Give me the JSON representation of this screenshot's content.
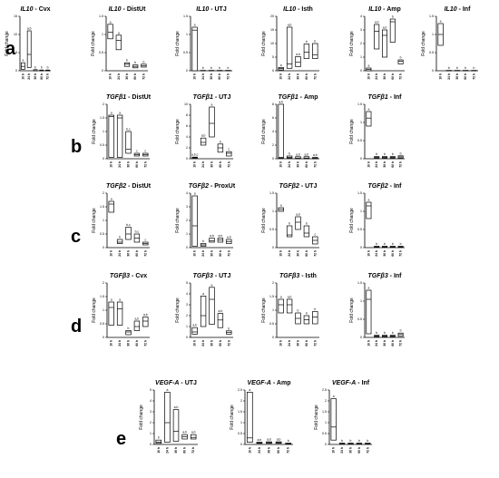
{
  "rows": [
    "a",
    "b",
    "c",
    "d",
    "e"
  ],
  "timepoints": [
    "10 h",
    "24 h",
    "36 h",
    "60 h",
    "72 h"
  ],
  "ylabel": "Fold change",
  "chart_data": [
    {
      "row": "a",
      "gene": "IL10",
      "tissue": "Cvx",
      "type": "box",
      "ylim": [
        0,
        15
      ],
      "yticks": [
        0,
        5,
        10,
        15
      ],
      "boxes": [
        [
          0.4,
          2.2,
          1.2
        ],
        [
          0.9,
          11,
          4.5
        ],
        [
          0,
          0.3,
          0
        ],
        [
          0,
          0.2,
          0
        ],
        [
          0,
          0.2,
          0
        ]
      ],
      "sig": [
        "a",
        "a,b",
        "b",
        "b",
        "b"
      ]
    },
    {
      "row": "a",
      "gene": "IL10",
      "tissue": "DistUt",
      "type": "box",
      "ylim": [
        0,
        1.5
      ],
      "yticks": [
        0,
        0.5,
        1.0,
        1.5
      ],
      "boxes": [
        [
          0.88,
          1.28,
          1.06
        ],
        [
          0.58,
          0.98,
          0.84
        ],
        [
          0.12,
          0.22,
          0.18
        ],
        [
          0.08,
          0.16,
          0.12
        ],
        [
          0.1,
          0.18,
          0.14
        ]
      ],
      "sig": [
        "a",
        "a",
        "b",
        "b",
        "b"
      ]
    },
    {
      "row": "a",
      "gene": "IL10",
      "tissue": "UTJ",
      "type": "box",
      "ylim": [
        0,
        1.5
      ],
      "yticks": [
        0,
        0.5,
        1.0,
        1.5
      ],
      "boxes": [
        [
          0,
          1.2,
          1.12
        ],
        [
          0,
          0.01,
          0
        ],
        [
          0,
          0.01,
          0
        ],
        [
          0,
          0.01,
          0
        ],
        [
          0,
          0.01,
          0
        ]
      ],
      "sig": [
        "a",
        "b",
        "b",
        "b",
        "b"
      ]
    },
    {
      "row": "a",
      "gene": "IL10",
      "tissue": "Isth",
      "type": "box",
      "ylim": [
        0,
        20
      ],
      "yticks": [
        0,
        5,
        10,
        15,
        20
      ],
      "boxes": [
        [
          0.3,
          1.2,
          0.8
        ],
        [
          0.9,
          16,
          2.5
        ],
        [
          1.5,
          5.2,
          3.1
        ],
        [
          4.5,
          9.8,
          6.8
        ],
        [
          4.5,
          10,
          5.9
        ]
      ],
      "sig": [
        "a",
        "a,b",
        "a,b",
        "b",
        "b"
      ]
    },
    {
      "row": "a",
      "gene": "IL10",
      "tissue": "Amp",
      "type": "box",
      "ylim": [
        0,
        4
      ],
      "yticks": [
        0,
        1,
        2,
        3,
        4
      ],
      "boxes": [
        [
          0,
          0.2,
          0.1
        ],
        [
          1.6,
          3.4,
          2.9
        ],
        [
          1.0,
          3.0,
          2.6
        ],
        [
          2.1,
          3.8,
          3.6
        ],
        [
          0.5,
          0.8,
          0.7
        ]
      ],
      "sig": [
        "a",
        "a,b",
        "a,b",
        "b",
        "b"
      ]
    },
    {
      "row": "a",
      "gene": "IL10",
      "tissue": "Inf",
      "type": "box",
      "ylim": [
        0,
        1.5
      ],
      "yticks": [
        0,
        0.5,
        1.0,
        1.5
      ],
      "boxes": [
        [
          0.7,
          1.3,
          1.0
        ],
        [
          0,
          0.01,
          0
        ],
        [
          0,
          0.01,
          0
        ],
        [
          0,
          0.01,
          0
        ],
        [
          0,
          0.01,
          0
        ]
      ],
      "sig": [
        "a",
        "b",
        "b",
        "b",
        "b"
      ]
    },
    {
      "row": "b",
      "gene": "TGFβ1",
      "tissue": "DistUt",
      "type": "box",
      "ylim": [
        0,
        2.0
      ],
      "yticks": [
        0,
        0.5,
        1.0,
        1.5,
        2.0
      ],
      "boxes": [
        [
          0.05,
          1.6,
          1.55
        ],
        [
          0.05,
          1.6,
          1.5
        ],
        [
          0.2,
          1.0,
          0.35
        ],
        [
          0.1,
          0.2,
          0.15
        ],
        [
          0.1,
          0.2,
          0.15
        ]
      ],
      "sig": [
        "a",
        "a",
        "b,c",
        "c",
        "c"
      ]
    },
    {
      "row": "b",
      "gene": "TGFβ1",
      "tissue": "UTJ",
      "type": "box",
      "ylim": [
        0,
        10
      ],
      "yticks": [
        0,
        2,
        4,
        6,
        8,
        10
      ],
      "boxes": [
        [
          0.1,
          0.3,
          0.2
        ],
        [
          2.5,
          3.8,
          3.0
        ],
        [
          4.0,
          9.5,
          6.5
        ],
        [
          1.2,
          2.7,
          2.0
        ],
        [
          0.5,
          1.3,
          1.0
        ]
      ],
      "sig": [
        "a,b,c",
        "a,b",
        "a",
        "b",
        "c"
      ]
    },
    {
      "row": "b",
      "gene": "TGFβ1",
      "tissue": "Amp",
      "type": "box",
      "ylim": [
        0,
        8
      ],
      "yticks": [
        0,
        2,
        4,
        6,
        8
      ],
      "boxes": [
        [
          0.1,
          8,
          0.2
        ],
        [
          0.1,
          0.4,
          0.2
        ],
        [
          0,
          0.3,
          0.1
        ],
        [
          0,
          0.3,
          0.1
        ],
        [
          0,
          0.2,
          0.1
        ]
      ],
      "sig": [
        "a,b",
        "b",
        "a,b",
        "a,b",
        "a,b"
      ]
    },
    {
      "row": "b",
      "gene": "TGFβ1",
      "tissue": "Inf",
      "type": "box",
      "ylim": [
        0,
        1.5
      ],
      "yticks": [
        0,
        0.5,
        1.0,
        1.5
      ],
      "boxes": [
        [
          0.9,
          1.3,
          1.12
        ],
        [
          0.02,
          0.06,
          0.04
        ],
        [
          0.02,
          0.06,
          0.04
        ],
        [
          0.02,
          0.06,
          0.04
        ],
        [
          0.02,
          0.08,
          0.05
        ]
      ],
      "sig": [
        "a",
        "b",
        "b",
        "b",
        "b"
      ]
    },
    {
      "row": "c",
      "gene": "TGFβ2",
      "tissue": "DistUt",
      "type": "box",
      "ylim": [
        0,
        2.0
      ],
      "yticks": [
        0,
        0.5,
        1.0,
        1.5,
        2.0
      ],
      "boxes": [
        [
          1.3,
          1.7,
          1.6
        ],
        [
          0.15,
          0.3,
          0.2
        ],
        [
          0.3,
          0.75,
          0.5
        ],
        [
          0.2,
          0.5,
          0.35
        ],
        [
          0.1,
          0.2,
          0.15
        ]
      ],
      "sig": [
        "a",
        "b",
        "b,c",
        "b,c",
        "c"
      ]
    },
    {
      "row": "c",
      "gene": "TGFβ2",
      "tissue": "ProxUt",
      "type": "box",
      "ylim": [
        0,
        4
      ],
      "yticks": [
        0,
        1,
        2,
        3,
        4
      ],
      "boxes": [
        [
          0.1,
          3.8,
          1.6
        ],
        [
          0.1,
          0.3,
          0.2
        ],
        [
          0.4,
          0.7,
          0.5
        ],
        [
          0.4,
          0.7,
          0.55
        ],
        [
          0.3,
          0.6,
          0.45
        ]
      ],
      "sig": [
        "a",
        "b",
        "a,b",
        "a,b",
        "a,b"
      ]
    },
    {
      "row": "c",
      "gene": "TGFβ2",
      "tissue": "UTJ",
      "type": "box",
      "ylim": [
        0,
        1.5
      ],
      "yticks": [
        0,
        0.5,
        1.0,
        1.5
      ],
      "boxes": [
        [
          1.0,
          1.1,
          1.05
        ],
        [
          0.3,
          0.6,
          0.35
        ],
        [
          0.5,
          0.85,
          0.7
        ],
        [
          0.3,
          0.6,
          0.4
        ],
        [
          0.1,
          0.3,
          0.2
        ]
      ],
      "sig": [
        "a",
        "b",
        "a,b",
        "b",
        "c"
      ]
    },
    {
      "row": "c",
      "gene": "TGFβ2",
      "tissue": "Inf",
      "type": "box",
      "ylim": [
        0,
        1.5
      ],
      "yticks": [
        0,
        0.5,
        1.0,
        1.5
      ],
      "boxes": [
        [
          0.8,
          1.25,
          1.15
        ],
        [
          0.01,
          0.04,
          0.02
        ],
        [
          0.01,
          0.04,
          0.02
        ],
        [
          0.01,
          0.04,
          0.02
        ],
        [
          0.01,
          0.04,
          0.02
        ]
      ],
      "sig": [
        "a",
        "b",
        "b",
        "b",
        "b"
      ]
    },
    {
      "row": "d",
      "gene": "TGFβ3",
      "tissue": "Cvx",
      "type": "box",
      "ylim": [
        0,
        2.0
      ],
      "yticks": [
        0,
        0.5,
        1.0,
        1.5,
        2.0
      ],
      "boxes": [
        [
          0.45,
          1.3,
          1.1
        ],
        [
          0.45,
          1.3,
          1.05
        ],
        [
          0.1,
          0.25,
          0.2
        ],
        [
          0.25,
          0.6,
          0.4
        ],
        [
          0.4,
          0.75,
          0.6
        ]
      ],
      "sig": [
        "a",
        "a",
        "b",
        "a,b",
        "a,b"
      ]
    },
    {
      "row": "d",
      "gene": "TGFβ3",
      "tissue": "UTJ",
      "type": "box",
      "ylim": [
        0,
        5
      ],
      "yticks": [
        0,
        1,
        2,
        3,
        4,
        5
      ],
      "boxes": [
        [
          0.3,
          0.9,
          0.5
        ],
        [
          1.0,
          3.8,
          2.0
        ],
        [
          1.2,
          4.6,
          3.5
        ],
        [
          0.9,
          2.2,
          1.6
        ],
        [
          0.3,
          0.6,
          0.45
        ]
      ],
      "sig": [
        "a,b",
        "a",
        "a",
        "a,b",
        "b"
      ]
    },
    {
      "row": "d",
      "gene": "TGFβ3",
      "tissue": "Isth",
      "type": "box",
      "ylim": [
        0,
        2.0
      ],
      "yticks": [
        0,
        0.5,
        1.0,
        1.5,
        2.0
      ],
      "boxes": [
        [
          0.9,
          1.4,
          1.2
        ],
        [
          0.9,
          1.4,
          1.2
        ],
        [
          0.5,
          0.9,
          0.7
        ],
        [
          0.5,
          0.8,
          0.65
        ],
        [
          0.5,
          0.95,
          0.75
        ]
      ],
      "sig": [
        "a",
        "a,b",
        "b",
        "b",
        "b"
      ]
    },
    {
      "row": "d",
      "gene": "TGFβ3",
      "tissue": "Inf",
      "type": "box",
      "ylim": [
        0,
        1.5
      ],
      "yticks": [
        0,
        0.5,
        1.0,
        1.5
      ],
      "boxes": [
        [
          0.1,
          1.3,
          1.05
        ],
        [
          0.02,
          0.06,
          0.04
        ],
        [
          0.02,
          0.06,
          0.04
        ],
        [
          0.02,
          0.06,
          0.04
        ],
        [
          0.03,
          0.12,
          0.08
        ]
      ],
      "sig": [
        "a",
        "b",
        "b",
        "b",
        "b"
      ]
    },
    {
      "row": "e",
      "gene": "VEGF-A",
      "tissue": "UTJ",
      "type": "box",
      "ylim": [
        0,
        5
      ],
      "yticks": [
        0,
        1,
        2,
        3,
        4,
        5
      ],
      "boxes": [
        [
          0.1,
          0.4,
          0.2
        ],
        [
          0.2,
          4.8,
          2.0
        ],
        [
          0.3,
          3.2,
          1.2
        ],
        [
          0.5,
          0.9,
          0.7
        ],
        [
          0.5,
          0.9,
          0.65
        ]
      ],
      "sig": [
        "b",
        "a",
        "a,b",
        "a,b",
        "a,b"
      ]
    },
    {
      "row": "e",
      "gene": "VEGF-A",
      "tissue": "Amp",
      "type": "box",
      "ylim": [
        0,
        2.5
      ],
      "yticks": [
        0,
        0.5,
        1.0,
        1.5,
        2.0,
        2.5
      ],
      "boxes": [
        [
          0.1,
          2.4,
          0.3
        ],
        [
          0.05,
          0.1,
          0.07
        ],
        [
          0.05,
          0.12,
          0.08
        ],
        [
          0.05,
          0.12,
          0.08
        ],
        [
          0.02,
          0.06,
          0.04
        ]
      ],
      "sig": [
        "a",
        "a,b",
        "a,b",
        "a,b",
        "b"
      ]
    },
    {
      "row": "e",
      "gene": "VEGF-A",
      "tissue": "Inf",
      "type": "box",
      "ylim": [
        0,
        2.5
      ],
      "yticks": [
        0,
        0.5,
        1.0,
        1.5,
        2.0,
        2.5
      ],
      "boxes": [
        [
          0.2,
          2.1,
          0.8
        ],
        [
          0.02,
          0.06,
          0.04
        ],
        [
          0.02,
          0.06,
          0.04
        ],
        [
          0.02,
          0.06,
          0.04
        ],
        [
          0.02,
          0.06,
          0.04
        ]
      ],
      "sig": [
        "a",
        "b",
        "b",
        "b",
        "b"
      ]
    }
  ]
}
